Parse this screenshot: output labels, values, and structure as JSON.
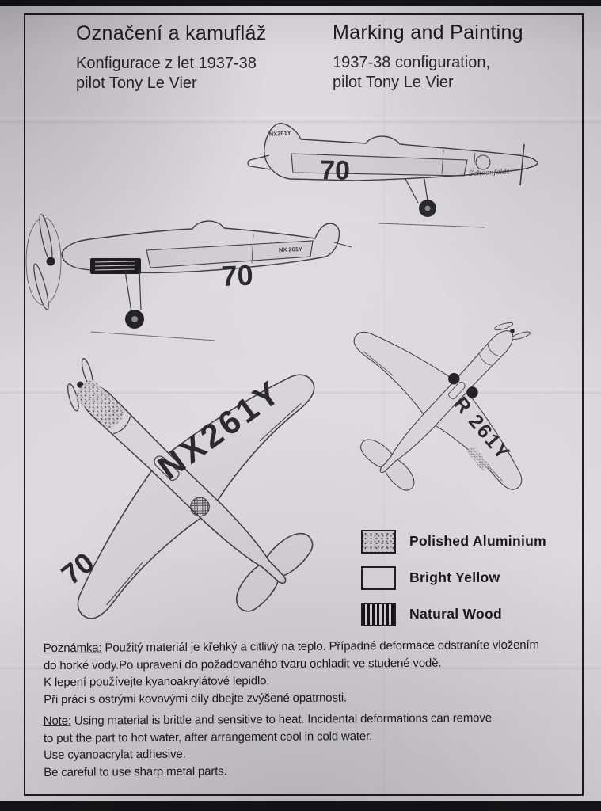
{
  "header": {
    "left": {
      "title": "Označení a kamufláž",
      "subtitle_line1": "Konfigurace z let 1937-38",
      "subtitle_line2": "pilot Tony Le Vier"
    },
    "right": {
      "title": "Marking and Painting",
      "subtitle_line1": "1937-38 configuration,",
      "subtitle_line2": "pilot Tony Le Vier"
    }
  },
  "drawings": {
    "race_number": "70",
    "registration": "NX261Y",
    "registration_spaced": "NX 261Y",
    "registration_underside": "R 261Y",
    "nose_logo_script": "Schoenfeldt"
  },
  "legend": {
    "items": [
      {
        "label": "Polished Aluminium",
        "pattern": "speckle"
      },
      {
        "label": "Bright Yellow",
        "pattern": "plain"
      },
      {
        "label": "Natural Wood",
        "pattern": "stripes"
      }
    ]
  },
  "notes": {
    "czech": {
      "label": "Poznámka:",
      "line1_rest": " Použitý materiál je křehký a citlivý na teplo. Případné deformace odstraníte vložením",
      "line2": "do horké vody.Po upravení do požadovaného tvaru ochladit ve studené vodě.",
      "line3": "K lepení používejte kyanoakrylátové lepidlo.",
      "line4": "Při práci s ostrými kovovými díly dbejte zvýšené opatrnosti."
    },
    "english": {
      "label": "Note:",
      "line1_rest": " Using material is brittle and sensitive to heat. Incidental deformations can remove",
      "line2": "to put the part to hot water, after arrangement cool in cold water.",
      "line3": "Use cyanoacrylat adhesive.",
      "line4": "Be careful to use sharp metal parts."
    }
  },
  "colors": {
    "paper": "#d9d6da",
    "ink": "#2a2a30",
    "frame": "#1d1d21"
  }
}
